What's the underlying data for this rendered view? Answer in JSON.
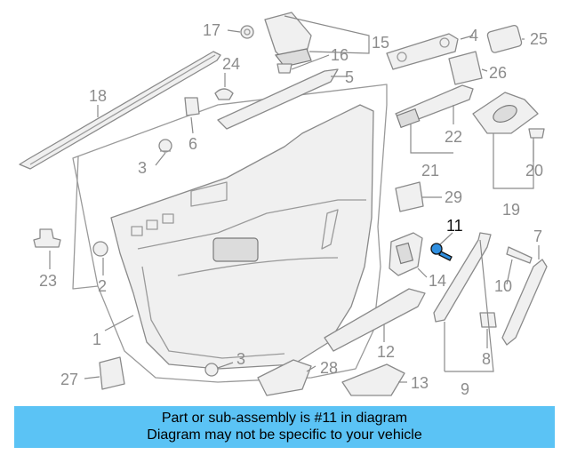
{
  "diagram": {
    "callouts": [
      "1",
      "2",
      "3",
      "3",
      "4",
      "5",
      "6",
      "7",
      "8",
      "9",
      "10",
      "11",
      "12",
      "13",
      "14",
      "15",
      "16",
      "17",
      "18",
      "19",
      "20",
      "21",
      "22",
      "23",
      "24",
      "25",
      "26",
      "27",
      "28",
      "29"
    ],
    "highlighted_part": "11"
  },
  "banner": {
    "line1": "Part or sub-assembly is #11 in diagram",
    "line2": "Diagram may not be specific to your vehicle"
  },
  "colors": {
    "banner_bg": "#5bc3f5",
    "highlight_part": "#2f8fe0",
    "line_art": "#8a8a8a"
  }
}
